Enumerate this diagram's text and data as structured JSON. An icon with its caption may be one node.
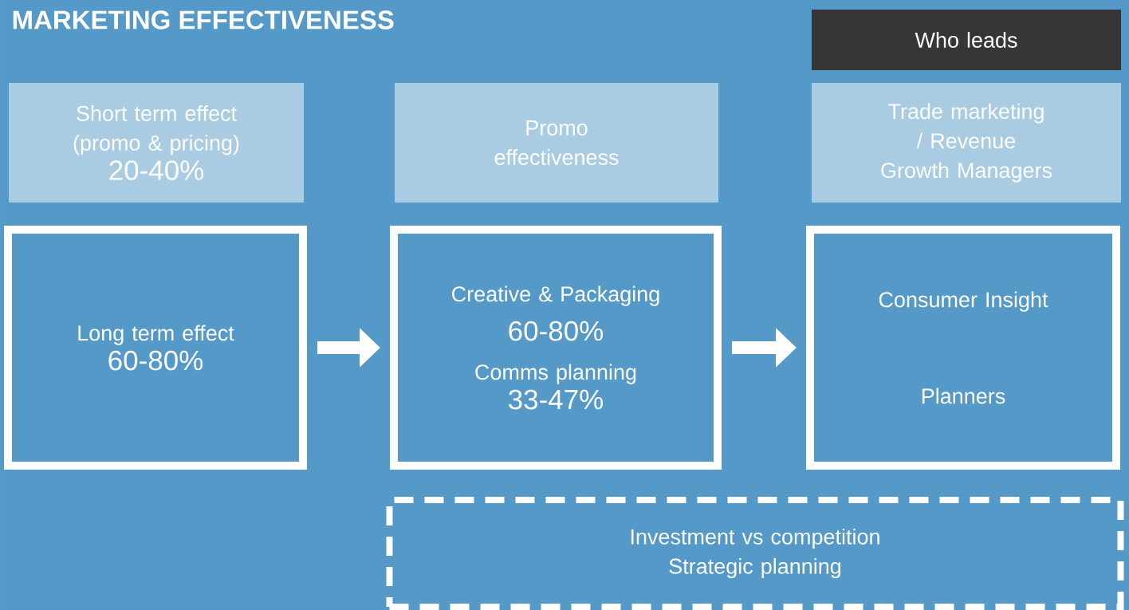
{
  "diagram": {
    "title": "MARKETING EFFECTIVENESS",
    "nodes": [
      {
        "text": [
          "Who leads"
        ]
      },
      {
        "text": [
          "Short term effect (promo & pricing)",
          "20-40%"
        ]
      },
      {
        "text": [
          "Promo effectiveness"
        ]
      },
      {
        "text": [
          "Trade marketing / Revenue Growth Managers"
        ]
      },
      {
        "text": [
          "Long term effect",
          "60-80%"
        ]
      },
      {
        "text": [
          "Creative & Packaging",
          "60-80%",
          "Comms planning",
          "33-47%"
        ]
      },
      {
        "text": [
          "Consumer Insight",
          "Planners"
        ]
      },
      {
        "text": [
          "Investment vs competition",
          "Strategic planning"
        ]
      }
    ],
    "edges": [
      {
        "from": 4,
        "to": 5,
        "arrow": "to"
      },
      {
        "from": 5,
        "to": 6,
        "arrow": "to"
      }
    ]
  }
}
